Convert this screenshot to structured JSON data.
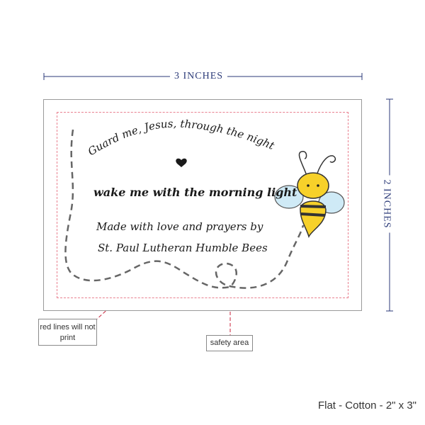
{
  "dimensions": {
    "width_label": "3 INCHES",
    "height_label": "2 INCHES"
  },
  "card": {
    "line1": "Guard me, Jesus, through the night",
    "line2": "wake me with the morning light",
    "line3": "Made with love and prayers by",
    "line4": "St. Paul Lutheran Humble Bees"
  },
  "callouts": {
    "red_lines": "red lines will not print",
    "safety": "safety area"
  },
  "footer": "Flat - Cotton - 2\" x 3\"",
  "colors": {
    "dimension": "#2b3a78",
    "safety_line": "#e9808f",
    "bee_yellow": "#f7d12a",
    "wing_blue": "#bfe3f3"
  }
}
